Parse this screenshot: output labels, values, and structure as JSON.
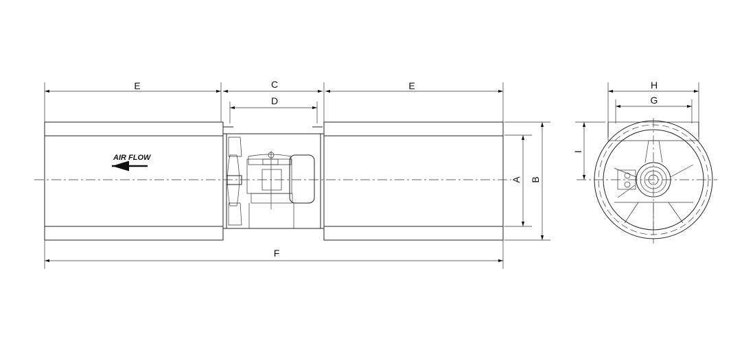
{
  "drawing": {
    "dimensions": {
      "E_left": "E",
      "C": "C",
      "D": "D",
      "E_right": "E",
      "A": "A",
      "B": "B",
      "F": "F",
      "H": "H",
      "G": "G",
      "I": "I"
    },
    "airflow_label": "AIR FLOW"
  }
}
